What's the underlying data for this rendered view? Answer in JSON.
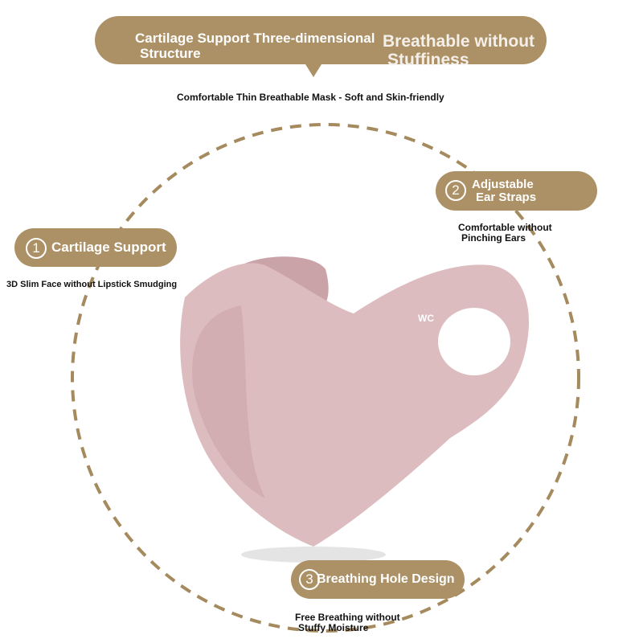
{
  "top_banner": {
    "text_left": "Cartilage Support Three-dimensional Structure",
    "text_left_line1": "Cartilage Support Three-dimensional",
    "text_left_line2": "Structure",
    "text_right_line1": "Breathable without",
    "text_right_line2": "Stuffiness"
  },
  "subtitle": "Comfortable Thin Breathable Mask - Soft and Skin-friendly",
  "features": [
    {
      "number": "1",
      "title": "Cartilage Support",
      "caption": "3D Slim Face without Lipstick Smudging"
    },
    {
      "number": "2",
      "title_line1": "Adjustable",
      "title_line2": "Ear Straps",
      "caption_line1": "Comfortable without",
      "caption_line2": "Pinching Ears"
    },
    {
      "number": "3",
      "title": "Breathing Hole Design",
      "caption_line1": "Free Breathing without",
      "caption_line2": "Stuffy Moisture"
    }
  ],
  "mask_logo": "WC",
  "colors": {
    "accent": "#ad9166",
    "mask": "#d9b8bb"
  }
}
